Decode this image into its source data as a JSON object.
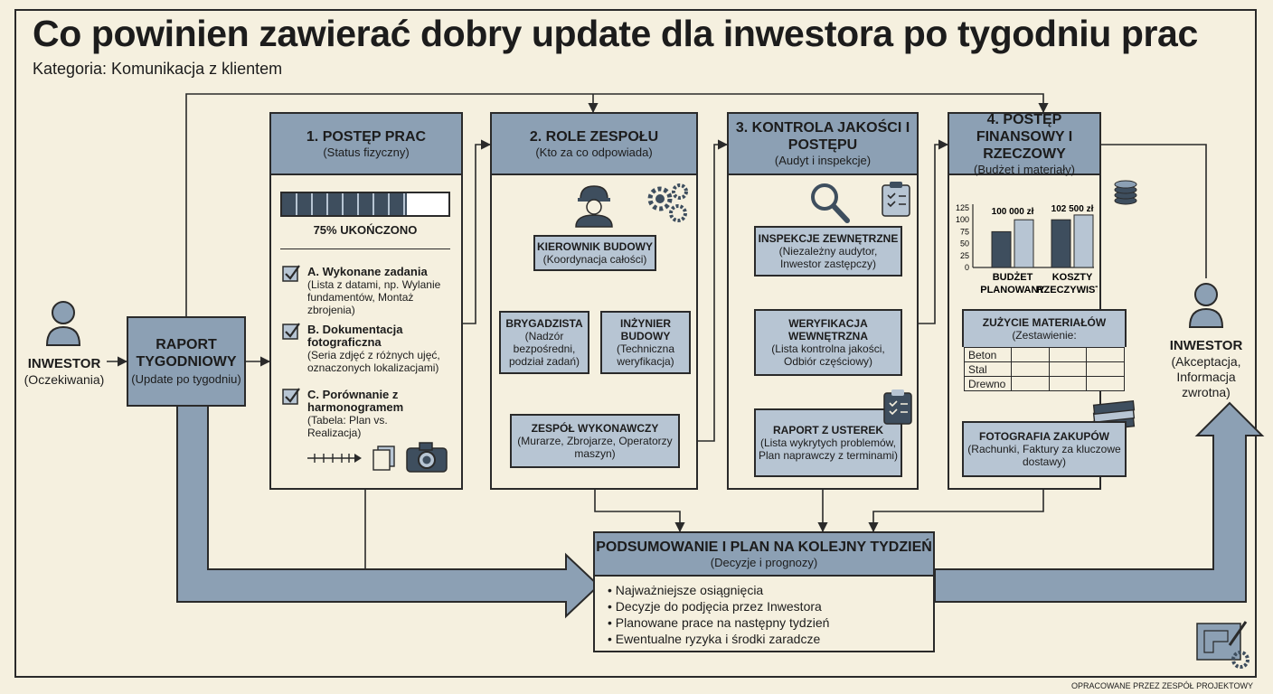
{
  "header": {
    "title": "Co powinien zawierać dobry update dla inwestora po tygodniu prac",
    "subtitle": "Kategoria: Komunikacja z klientem"
  },
  "investor_left": {
    "label": "INWESTOR",
    "sub": "(Oczekiwania)"
  },
  "report": {
    "label": "RAPORT TYGODNIOWY",
    "sub": "(Update po tygodniu)"
  },
  "investor_right": {
    "label": "INWESTOR",
    "sub": "(Akceptacja, Informacja zwrotna)"
  },
  "panel1": {
    "title": "1. POSTĘP PRAC",
    "sub": "(Status fizyczny)",
    "progress_label": "75% UKOŃCZONO",
    "progress_value": 0.75,
    "tasks": [
      {
        "title": "A. Wykonane zadania",
        "desc": "(Lista z datami, np. Wylanie fundamentów, Montaż zbrojenia)"
      },
      {
        "title": "B. Dokumentacja fotograficzna",
        "desc": "(Seria zdjęć z różnych ujęć, oznaczonych lokalizacjami)"
      },
      {
        "title": "C. Porównanie z harmonogramem",
        "desc": "(Tabela: Plan vs. Realizacja)"
      }
    ]
  },
  "panel2": {
    "title": "2. ROLE ZESPOŁU",
    "sub": "(Kto za co odpowiada)",
    "manager": {
      "title": "KIEROWNIK BUDOWY",
      "desc": "(Koordynacja całości)"
    },
    "foreman": {
      "title": "BRYGADZISTA",
      "desc": "(Nadzór bezpośredni, podział zadań)"
    },
    "engineer": {
      "title": "INŻYNIER BUDOWY",
      "desc": "(Techniczna weryfikacja)"
    },
    "crew": {
      "title": "ZESPÓŁ WYKONAWCZY",
      "desc": "(Murarze, Zbrojarze, Operatorzy maszyn)"
    }
  },
  "panel3": {
    "title": "3. KONTROLA JAKOŚCI I POSTĘPU",
    "sub": "(Audyt i inspekcje)",
    "external": {
      "title": "INSPEKCJE ZEWNĘTRZNE",
      "desc": "(Niezależny audytor, Inwestor zastępczy)"
    },
    "internal": {
      "title": "WERYFIKACJA WEWNĘTRZNA",
      "desc": "(Lista kontrolna jakości, Odbiór częściowy)"
    },
    "defects": {
      "title": "RAPORT Z USTEREK",
      "desc": "(Lista wykrytych problemów, Plan naprawczy z terminami)"
    }
  },
  "panel4": {
    "title": "4. POSTĘP FINANSOWY I RZECZOWY",
    "sub": "(Budżet i materiały)",
    "materials": {
      "title": "ZUŻYCIE MATERIAŁÓW",
      "desc": "(Zestawienie:",
      "rows": [
        "Beton",
        "Stal",
        "Drewno"
      ]
    },
    "purchases": {
      "title": "FOTOGRAFIA ZAKUPÓW",
      "desc": "(Rachunki, Faktury za kluczowe dostawy)"
    }
  },
  "summary": {
    "title": "PODSUMOWANIE I PLAN NA KOLEJNY TYDZIEŃ",
    "sub": "(Decyzje i prognozy)",
    "items": [
      "Najważniejsze osiągnięcia",
      "Decyzje do podjęcia przez Inwestora",
      "Planowane prace na następny tydzień",
      "Ewentualne ryzyka i środki zaradcze"
    ]
  },
  "footer": "OPRACOWANE PRZEZ ZESPÓŁ PROJEKTOWY",
  "chart_data": {
    "type": "bar",
    "title": "",
    "categories": [
      "BUDŻET PLANOWANY",
      "KOSZTY RZECZYWISTE"
    ],
    "group_labels": [
      "100 000 zł",
      "102 500 zł"
    ],
    "values_a": [
      75,
      100
    ],
    "values_b": [
      100,
      110
    ],
    "yticks": [
      0,
      25,
      50,
      75,
      100,
      125
    ],
    "ylim": [
      0,
      125
    ],
    "grid": false,
    "colors": [
      "#3e4e5e",
      "#b7c5d3"
    ]
  }
}
